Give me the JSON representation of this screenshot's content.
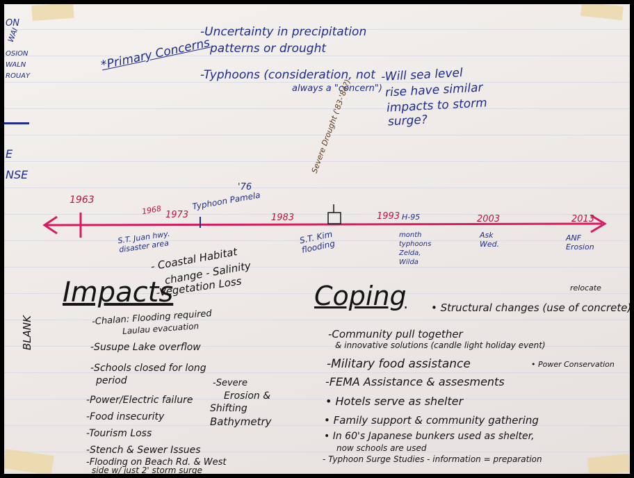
{
  "top": {
    "star_label": "*Primary Concerns",
    "concern_1a": "-Uncertainty in precipitation",
    "concern_1b": "patterns or drought",
    "concern_2a": "-Typhoons (consideration, not",
    "concern_2b": "always a \"concern\")",
    "concern_3a": "-Will sea level",
    "concern_3b": "rise have similar",
    "concern_3c": "impacts to storm",
    "concern_3d": "surge?"
  },
  "left_margin": {
    "fragment_1": "ON",
    "fragment_2": "WAI",
    "fragment_3": "OSION",
    "fragment_4": "WALN",
    "fragment_5": "ROUAY",
    "fragment_6": "E",
    "fragment_7": "NSE"
  },
  "timeline": {
    "years": {
      "y1963": "1963",
      "y1968": "1968",
      "y1973": "1973",
      "y1976": "'76",
      "y1983": "1983",
      "y1993": "1993",
      "y2003": "2003",
      "y2013": "2013"
    },
    "events": {
      "typhoon_pamela": "Typhoon Pamela",
      "severe_drought": "Severe Drought ('83-'84?)",
      "st_juan": "S.T. Juan hwy. disaster area",
      "st_kim": "S.T. Kim flooding",
      "h95": "H-95",
      "h95_note": "month typhoons Zelda, Wilda",
      "ask_wed": "Ask Wed.",
      "anf_erosion": "ANF Erosion"
    }
  },
  "impacts": {
    "heading": "Impacts",
    "coastal_1": "- Coastal Habitat",
    "coastal_2": "change - Salinity",
    "coastal_3": "-Vegetation Loss",
    "items": {
      "i1a": "-Chalan: Flooding required",
      "i1b": "Laulau evacuation",
      "i2": "-Susupe Lake overflow",
      "i3a": "-Schools closed for long",
      "i3b": "period",
      "i4": "-Power/Electric failure",
      "i5": "-Food insecurity",
      "i6": "-Tourism Loss",
      "i7": "-Stench & Sewer Issues",
      "i8a": "-Flooding on Beach Rd. & West",
      "i8b": "side w/ just 2' storm surge"
    },
    "severe_1": "-Severe",
    "severe_2": "Erosion &",
    "severe_3": "Shifting",
    "severe_4": "Bathymetry",
    "blank": "BLANK"
  },
  "coping": {
    "heading": "Coping",
    "structural": "• Structural changes (use of concrete)",
    "relocate": "relocate",
    "items": {
      "c1a": "-Community pull together",
      "c1b": "& innovative solutions (candle light holiday event)",
      "c2": "-Military food assistance",
      "c3": "-FEMA Assistance & assesments",
      "c4": "• Hotels serve as shelter",
      "c5": "• Family support & community gathering",
      "c6a": "• In 60's Japanese bunkers used as shelter,",
      "c6b": "now schools are used",
      "c7": "- Typhoon Surge Studies - information = preparation"
    },
    "power": "• Power Conservation"
  },
  "colors": {
    "paper": "#efeae8",
    "blue_ink": "#1c2b8f",
    "black_ink": "#141414",
    "red_ink": "#c0143c"
  }
}
